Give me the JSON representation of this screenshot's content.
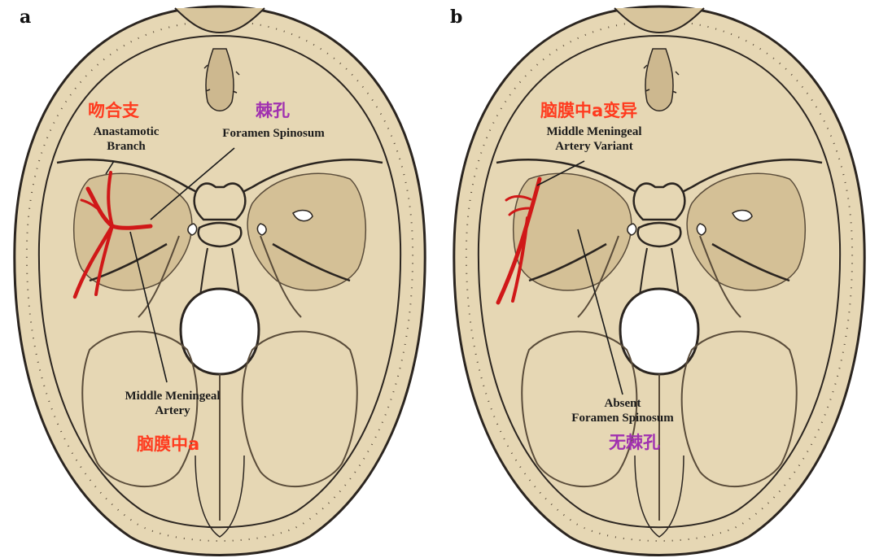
{
  "figure": {
    "panel_a": {
      "letter": "a",
      "labels": {
        "anastomotic_cn": "吻合支",
        "anastomotic_en": "Anastamotic\nBranch",
        "spinosum_cn": "棘孔",
        "spinosum_en": "Foramen Spinosum",
        "mma_en": "Middle Meningeal\nArtery",
        "mma_cn": "脑膜中a"
      }
    },
    "panel_b": {
      "letter": "b",
      "labels": {
        "variant_cn": "脑膜中a变异",
        "variant_en": "Middle Meningeal\nArtery Variant",
        "absent_en": "Absent\nForamen Spinosum",
        "absent_cn": "无棘孔"
      }
    },
    "colors": {
      "bone": "#e6d7b4",
      "bone_shadow": "#cdb88f",
      "outline": "#2b2520",
      "artery": "#d01818",
      "label_red": "#ff3b1f",
      "label_purple": "#a030b0"
    }
  }
}
